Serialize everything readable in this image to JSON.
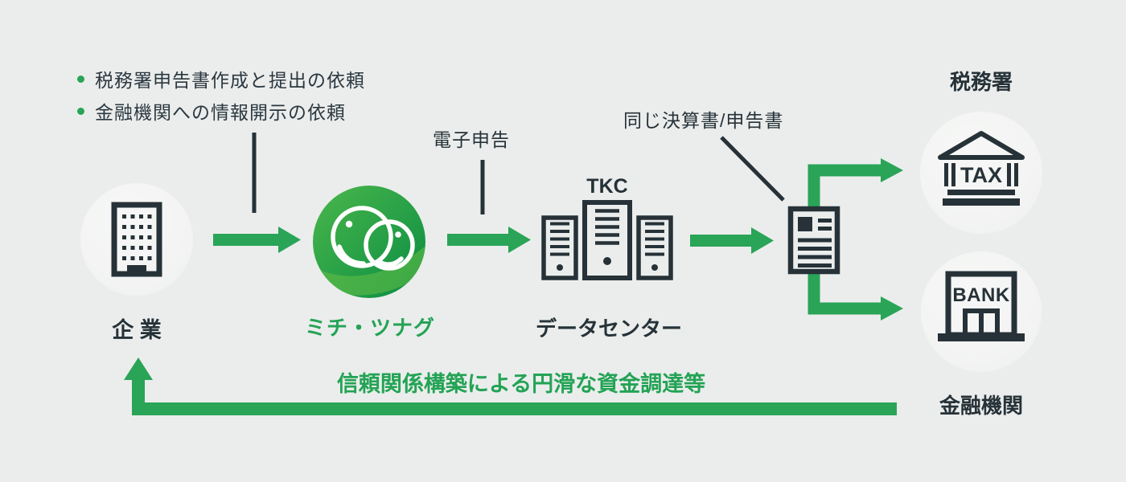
{
  "colors": {
    "background": "#ebedec",
    "ink": "#263238",
    "green": "#2aa457",
    "logo_green_light": "#4ab74b",
    "logo_green_dark": "#0a8c43",
    "node_circle_fill": "#f4f5f4"
  },
  "requests": {
    "items": [
      {
        "label": "税務署申告書作成と提出の依頼"
      },
      {
        "label": "金融機関への情報開示の依頼"
      }
    ]
  },
  "annotations": {
    "efile": "電子申告",
    "same_docs": "同じ決算書/申告書",
    "feedback": "信頼関係構築による円滑な資金調達等"
  },
  "nodes": {
    "company": {
      "label": "企 業"
    },
    "michi_tsunagu": {
      "label": "ミチ・ツナグ"
    },
    "datacenter": {
      "label": "データセンター",
      "brand": "TKC"
    },
    "tax_office": {
      "label": "税務署",
      "building_sign": "TAX"
    },
    "bank": {
      "label": "金融機関",
      "building_sign": "BANK"
    }
  },
  "icons": {
    "company": "office-building-icon",
    "michi_tsunagu": "two-smiling-faces-logo",
    "datacenter": "server-rack-icon",
    "document": "document-icon",
    "tax_office": "government-building-icon",
    "bank": "bank-storefront-icon"
  }
}
